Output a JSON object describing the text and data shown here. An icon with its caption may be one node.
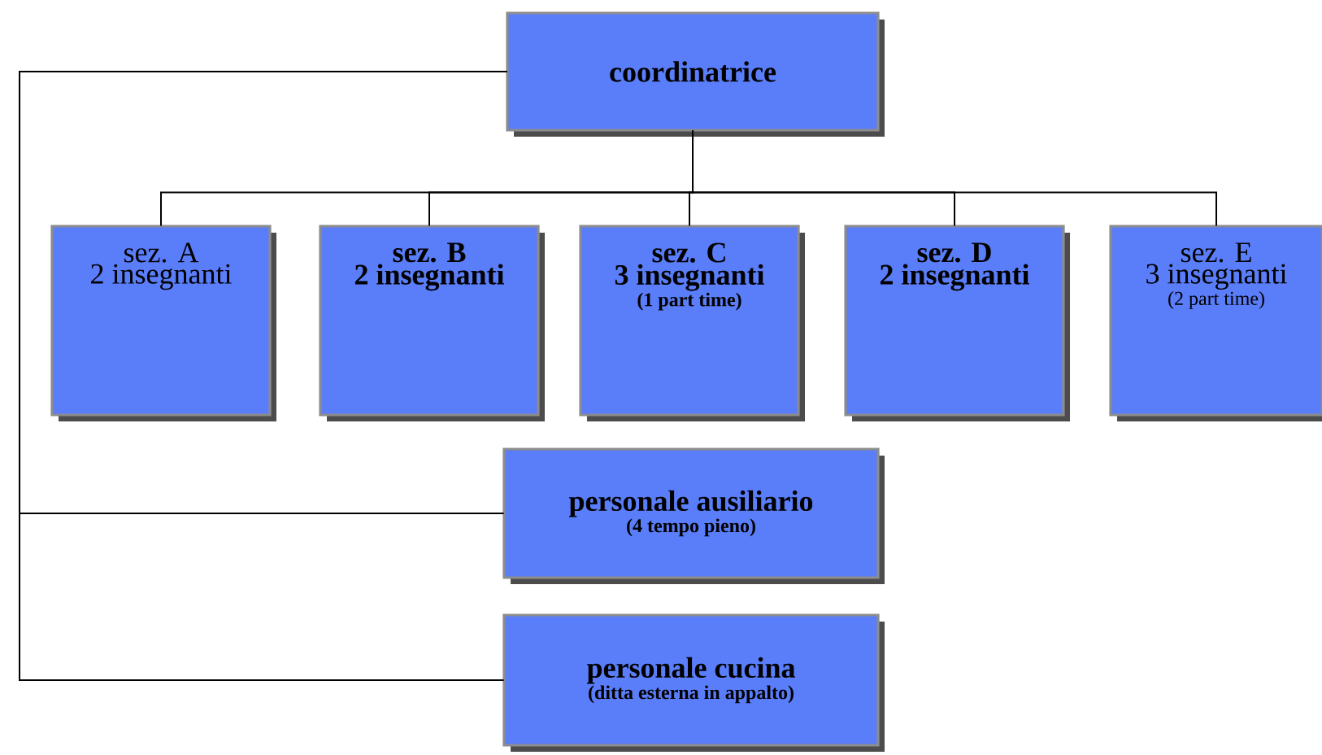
{
  "diagram": {
    "nodes": [
      {
        "text": [
          "coordinatrice"
        ]
      },
      {
        "text": [
          "sez. A",
          "2 insegnanti"
        ]
      },
      {
        "text": [
          "sez. B",
          "2 insegnanti"
        ]
      },
      {
        "text": [
          "sez. C",
          "3 insegnanti",
          "(1 part time)"
        ]
      },
      {
        "text": [
          "sez. D",
          "2 insegnanti"
        ]
      },
      {
        "text": [
          "sez. E",
          "3 insegnanti",
          "(2 part time)"
        ]
      },
      {
        "text": [
          "personale ausiliario",
          "(4 tempo pieno)"
        ]
      },
      {
        "text": [
          "personale cucina",
          "(ditta esterna in appalto)"
        ]
      }
    ],
    "edges": [
      {
        "from": 0,
        "to": 1,
        "arrow": "none"
      },
      {
        "from": 0,
        "to": 2,
        "arrow": "none"
      },
      {
        "from": 0,
        "to": 3,
        "arrow": "none"
      },
      {
        "from": 0,
        "to": 4,
        "arrow": "none"
      },
      {
        "from": 0,
        "to": 5,
        "arrow": "none"
      },
      {
        "from": 0,
        "to": 6,
        "arrow": "none"
      },
      {
        "from": 0,
        "to": 7,
        "arrow": "none"
      }
    ]
  }
}
